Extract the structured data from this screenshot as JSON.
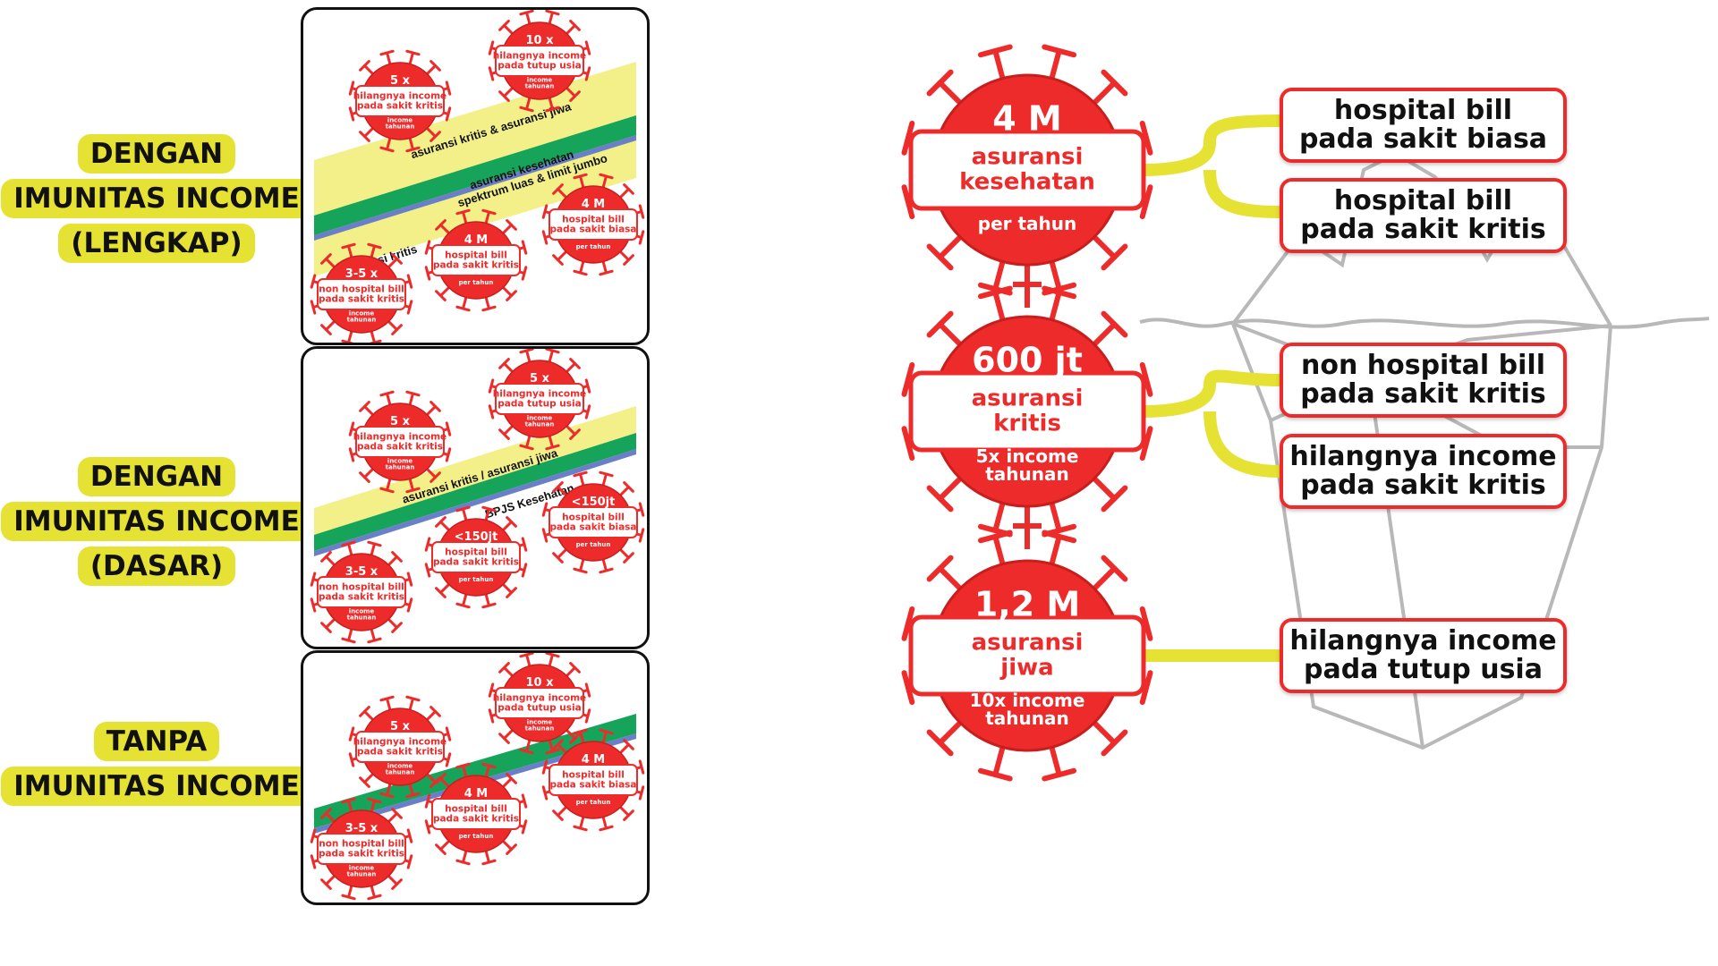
{
  "left_labels": [
    {
      "lines": [
        "DENGAN",
        "IMUNITAS INCOME",
        "(LENGKAP)"
      ]
    },
    {
      "lines": [
        "DENGAN",
        "IMUNITAS INCOME",
        "(DASAR)"
      ]
    },
    {
      "lines": [
        "TANPA",
        "IMUNITAS INCOME"
      ]
    }
  ],
  "panels": [
    {
      "band_lines": [
        "asuransi kritis & asuransi jiwa",
        "asuransi kesehatan",
        "spektrum luas & limit jumbo",
        "asuransi kritis"
      ],
      "viruses": [
        {
          "top": "5 x",
          "mid": [
            "hilangnya income",
            "pada sakit kritis"
          ],
          "bot": [
            "income",
            "tahunan"
          ]
        },
        {
          "top": "10 x",
          "mid": [
            "hilangnya income",
            "pada tutup usia"
          ],
          "bot": [
            "income",
            "tahunan"
          ]
        },
        {
          "top": "4 M",
          "mid": [
            "hospital bill",
            "pada sakit biasa"
          ],
          "bot": [
            "per tahun"
          ]
        },
        {
          "top": "4 M",
          "mid": [
            "hospital bill",
            "pada sakit kritis"
          ],
          "bot": [
            "per tahun"
          ]
        },
        {
          "top": "3-5 x",
          "mid": [
            "non hospital bill",
            "pada sakit kritis"
          ],
          "bot": [
            "income",
            "tahunan"
          ]
        }
      ]
    },
    {
      "band_lines": [
        "asuransi kritis / asuransi jiwa",
        "BPJS Kesehatan"
      ],
      "viruses": [
        {
          "top": "5 x",
          "mid": [
            "hilangnya income",
            "pada sakit kritis"
          ],
          "bot": [
            "income",
            "tahunan"
          ]
        },
        {
          "top": "5 x",
          "mid": [
            "hilangnya income",
            "pada tutup usia"
          ],
          "bot": [
            "income",
            "tahunan"
          ]
        },
        {
          "top": "<150jt",
          "mid": [
            "hospital bill",
            "pada sakit biasa"
          ],
          "bot": [
            "per tahun"
          ]
        },
        {
          "top": "<150jt",
          "mid": [
            "hospital bill",
            "pada sakit kritis"
          ],
          "bot": [
            "per tahun"
          ]
        },
        {
          "top": "3-5 x",
          "mid": [
            "non hospital bill",
            "pada sakit kritis"
          ],
          "bot": [
            "income",
            "tahunan"
          ]
        }
      ]
    },
    {
      "band_lines": [],
      "viruses": [
        {
          "top": "5 x",
          "mid": [
            "hilangnya income",
            "pada sakit kritis"
          ],
          "bot": [
            "income",
            "tahunan"
          ]
        },
        {
          "top": "10 x",
          "mid": [
            "hilangnya income",
            "pada tutup usia"
          ],
          "bot": [
            "income",
            "tahunan"
          ]
        },
        {
          "top": "4 M",
          "mid": [
            "hospital bill",
            "pada sakit biasa"
          ],
          "bot": [
            "per tahun"
          ]
        },
        {
          "top": "4 M",
          "mid": [
            "hospital bill",
            "pada sakit kritis"
          ],
          "bot": [
            "per tahun"
          ]
        },
        {
          "top": "3-5 x",
          "mid": [
            "non hospital bill",
            "pada sakit kritis"
          ],
          "bot": [
            "income",
            "tahunan"
          ]
        }
      ]
    }
  ],
  "big_viruses": [
    {
      "top": "4 M",
      "mid": [
        "asuransi",
        "kesehatan"
      ],
      "bot": [
        "per tahun"
      ]
    },
    {
      "top": "600 jt",
      "mid": [
        "asuransi",
        "kritis"
      ],
      "bot": [
        "5x income",
        "tahunan"
      ]
    },
    {
      "top": "1,2 M",
      "mid": [
        "asuransi",
        "jiwa"
      ],
      "bot": [
        "10x income",
        "tahunan"
      ]
    }
  ],
  "right_boxes": [
    {
      "lines": [
        "hospital bill",
        "pada sakit biasa"
      ]
    },
    {
      "lines": [
        "hospital bill",
        "pada sakit kritis"
      ]
    },
    {
      "lines": [
        "non hospital bill",
        "pada sakit kritis"
      ]
    },
    {
      "lines": [
        "hilangnya income",
        "pada sakit kritis"
      ]
    },
    {
      "lines": [
        "hilangnya income",
        "pada tutup usia"
      ]
    }
  ],
  "colors": {
    "virus_red": "#ee2b2b",
    "label_yellow": "#e6e233",
    "band_yellow": "#f3f08a",
    "band_green": "#16a35a",
    "band_blue": "#6a7fc7",
    "connector": "#e6e233",
    "iceberg": "#b8b8b8"
  }
}
